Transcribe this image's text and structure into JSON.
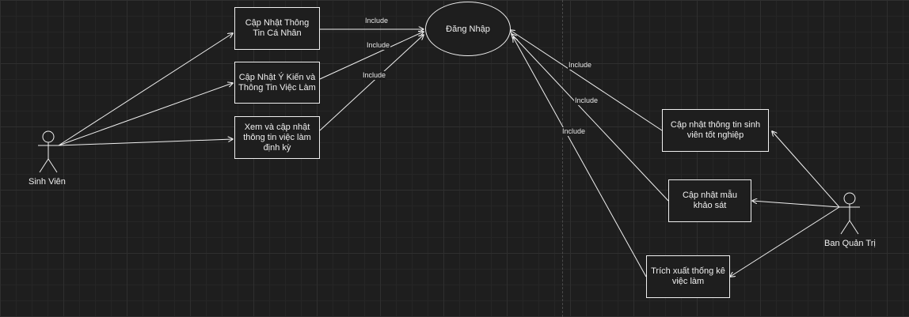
{
  "diagram": {
    "login": "Đăng Nhập",
    "include_label": "Include",
    "actors": {
      "student": "Sinh Viên",
      "admin": "Ban Quản Trị"
    },
    "student_cases": [
      "Cập Nhật Thông Tin Cá Nhân",
      "Cập Nhật Ý Kiến và Thông Tin Việc Làm",
      "Xem và cập nhật thông tin việc làm định kỳ"
    ],
    "admin_cases": [
      "Cập nhật thông tin sinh viên tốt nghiệp",
      "Cập nhật mẫu khảo sát",
      "Trích xuất thống kê việc làm"
    ]
  },
  "colors": {
    "background": "#1e1e1e",
    "stroke": "#f0f0f0",
    "grid": "#2f2f2f"
  }
}
